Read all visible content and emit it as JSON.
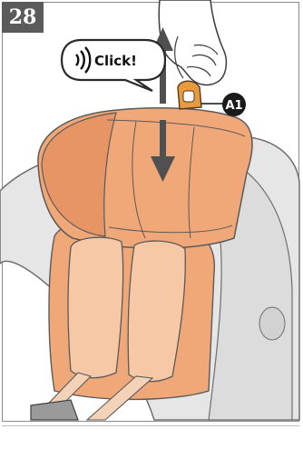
{
  "step": {
    "number": "28"
  },
  "callout": {
    "sound_text": "Click!"
  },
  "marker": {
    "label": "A1"
  },
  "colors": {
    "badge_bg": "#5b5b5b",
    "cushion": "#f0a878",
    "cushion_shade": "#e89566",
    "pad": "#f7c8a6",
    "seat_grey": "#e4e4e4",
    "arrow": "#505050"
  },
  "icons": [
    "sound-waves-icon",
    "up-arrow-icon",
    "down-arrow-icon",
    "hand-icon"
  ]
}
